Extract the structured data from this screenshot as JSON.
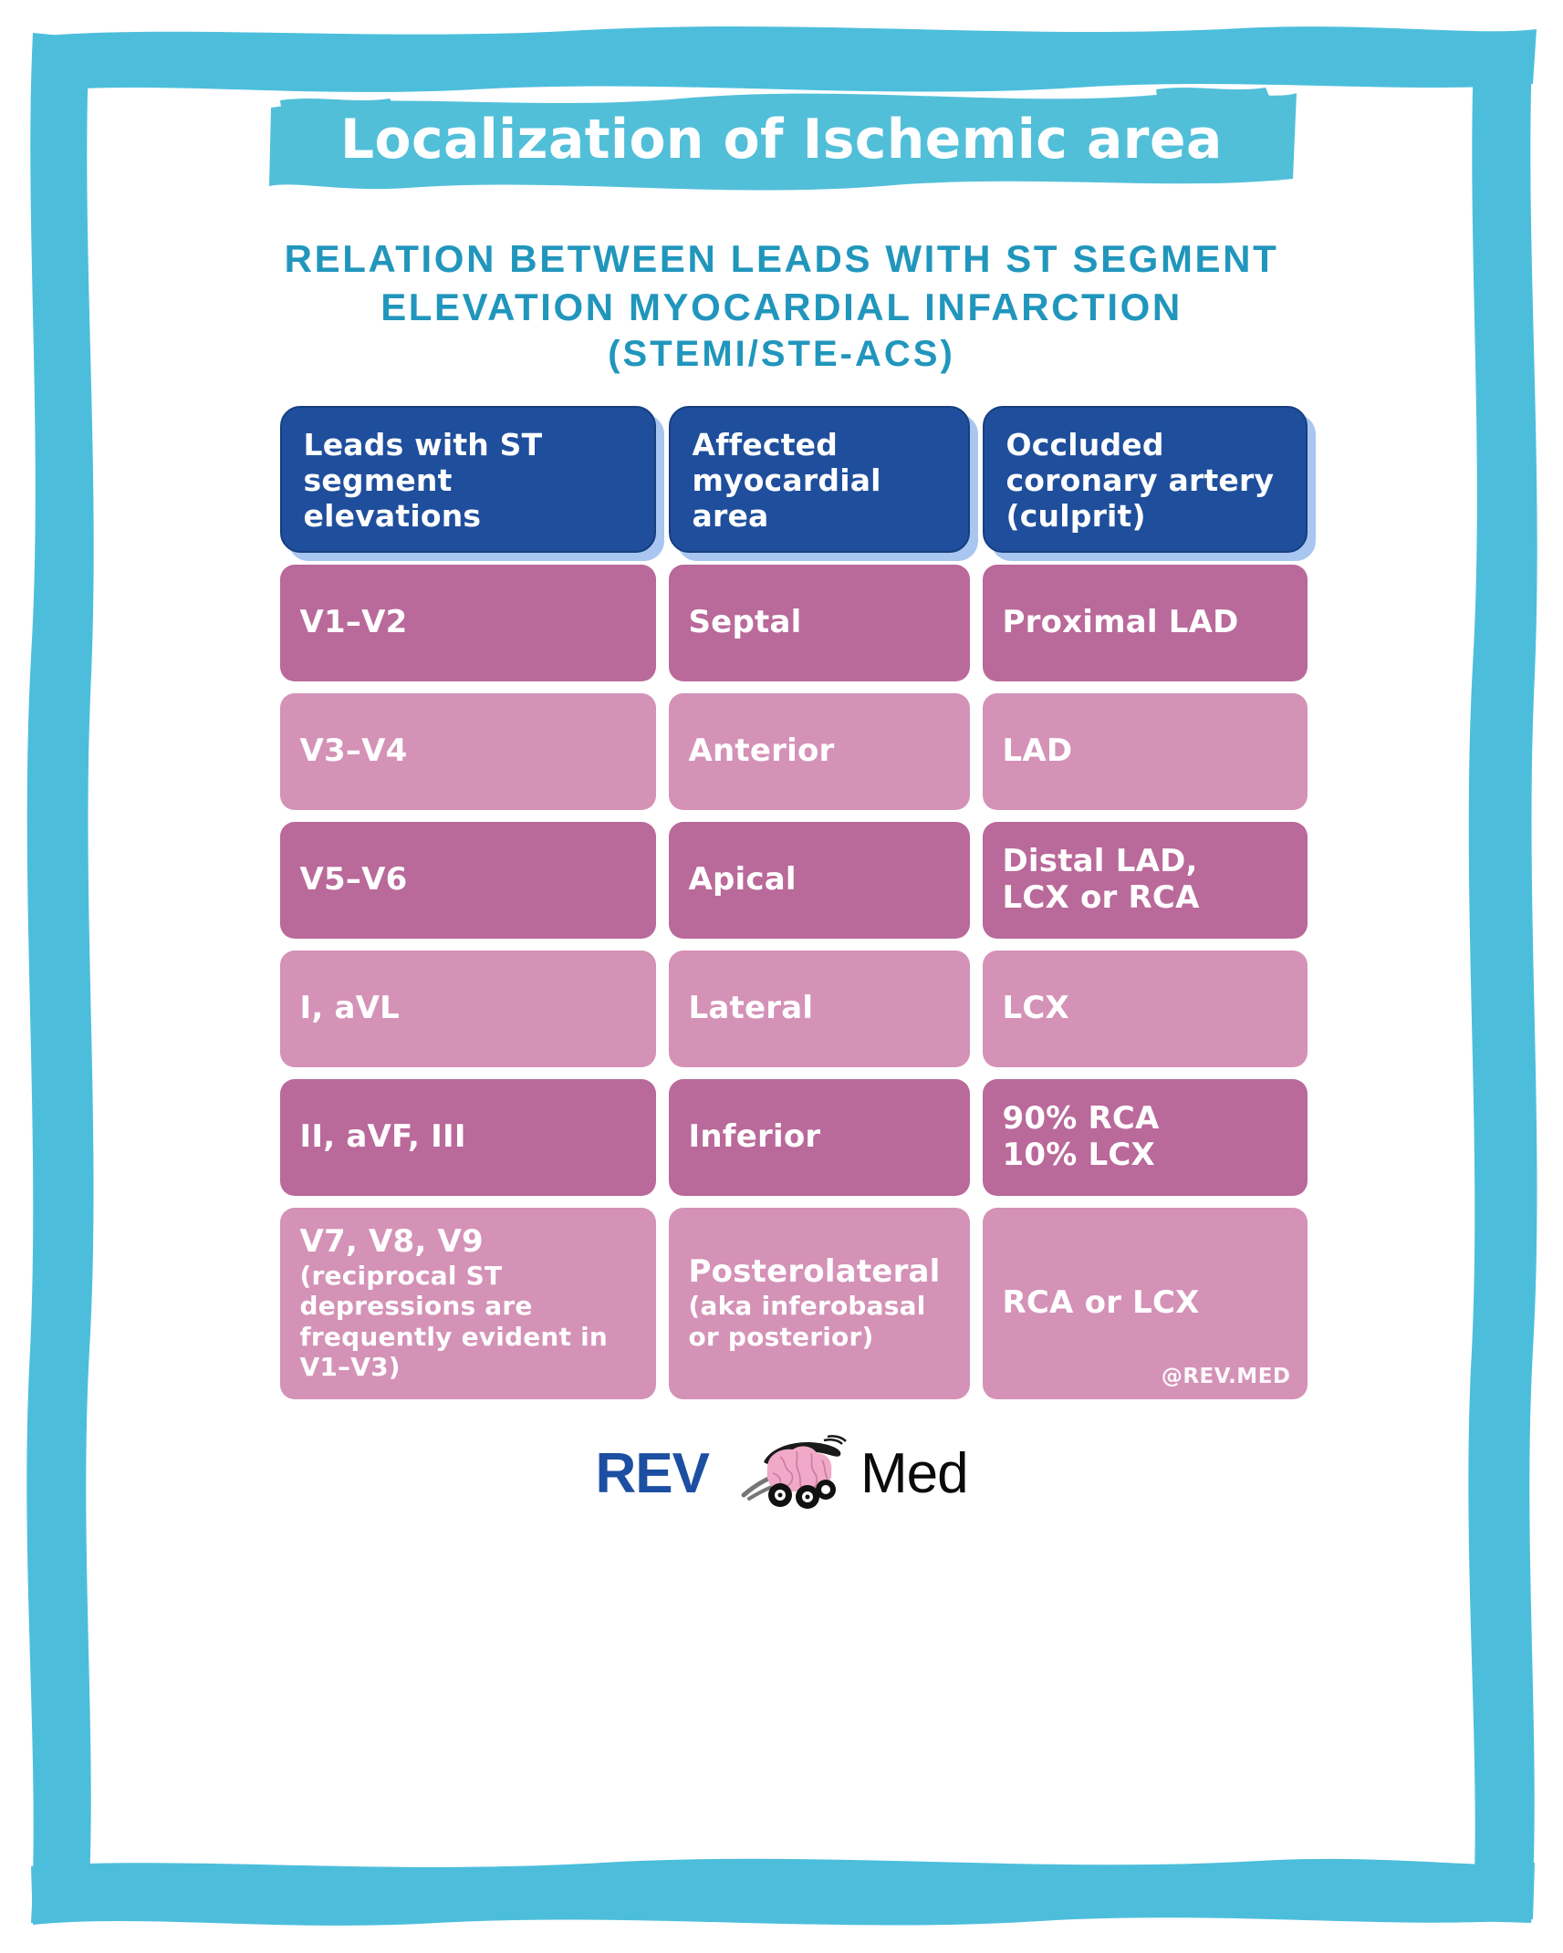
{
  "theme": {
    "frame_color": "#4cbedc",
    "banner_color": "#52bfd9",
    "subtitle_color": "#2196bd",
    "header_bg": "#1f4e9c",
    "header_shadow": "#a8c6f0",
    "row_dark": "#b9699a",
    "row_light": "#d492b7",
    "text_on_color": "#ffffff",
    "logo_blue": "#1c4fa1",
    "logo_black": "#0a0a0a",
    "brain_pink": "#f0a9c8"
  },
  "header": {
    "title": "Localization of Ischemic area",
    "subtitle_line1": "RELATION BETWEEN LEADS WITH ST SEGMENT",
    "subtitle_line2": "ELEVATION MYOCARDIAL INFARCTION",
    "subtitle_line3": "(STEMI/STE-ACS)"
  },
  "table": {
    "columns": [
      "Leads with ST segment elevations",
      "Affected myocardial area",
      "Occluded coronary artery (culprit)"
    ],
    "rows": [
      {
        "leads": "V1–V2",
        "leads_note": "",
        "area": "Septal",
        "area_note": "",
        "artery": "Proximal LAD",
        "shade": "dark"
      },
      {
        "leads": "V3–V4",
        "leads_note": "",
        "area": "Anterior",
        "area_note": "",
        "artery": "LAD",
        "shade": "light"
      },
      {
        "leads": "V5–V6",
        "leads_note": "",
        "area": "Apical",
        "area_note": "",
        "artery": "Distal LAD,\nLCX or RCA",
        "shade": "dark"
      },
      {
        "leads": "I, aVL",
        "leads_note": "",
        "area": "Lateral",
        "area_note": "",
        "artery": "LCX",
        "shade": "light"
      },
      {
        "leads": "II, aVF, III",
        "leads_note": "",
        "area": "Inferior",
        "area_note": "",
        "artery": "90% RCA\n10% LCX",
        "shade": "dark"
      },
      {
        "leads": "V7, V8, V9",
        "leads_note": "(reciprocal ST depressions are frequently evident in V1–V3)",
        "area": "Posterolateral",
        "area_note": "(aka inferobasal or posterior)",
        "artery": "RCA or LCX",
        "shade": "light"
      }
    ]
  },
  "watermark": "@REV.MED",
  "logo": {
    "word_blue": "REV",
    "word_black": "Med",
    "mark_name": "brain-on-wheels-icon"
  }
}
